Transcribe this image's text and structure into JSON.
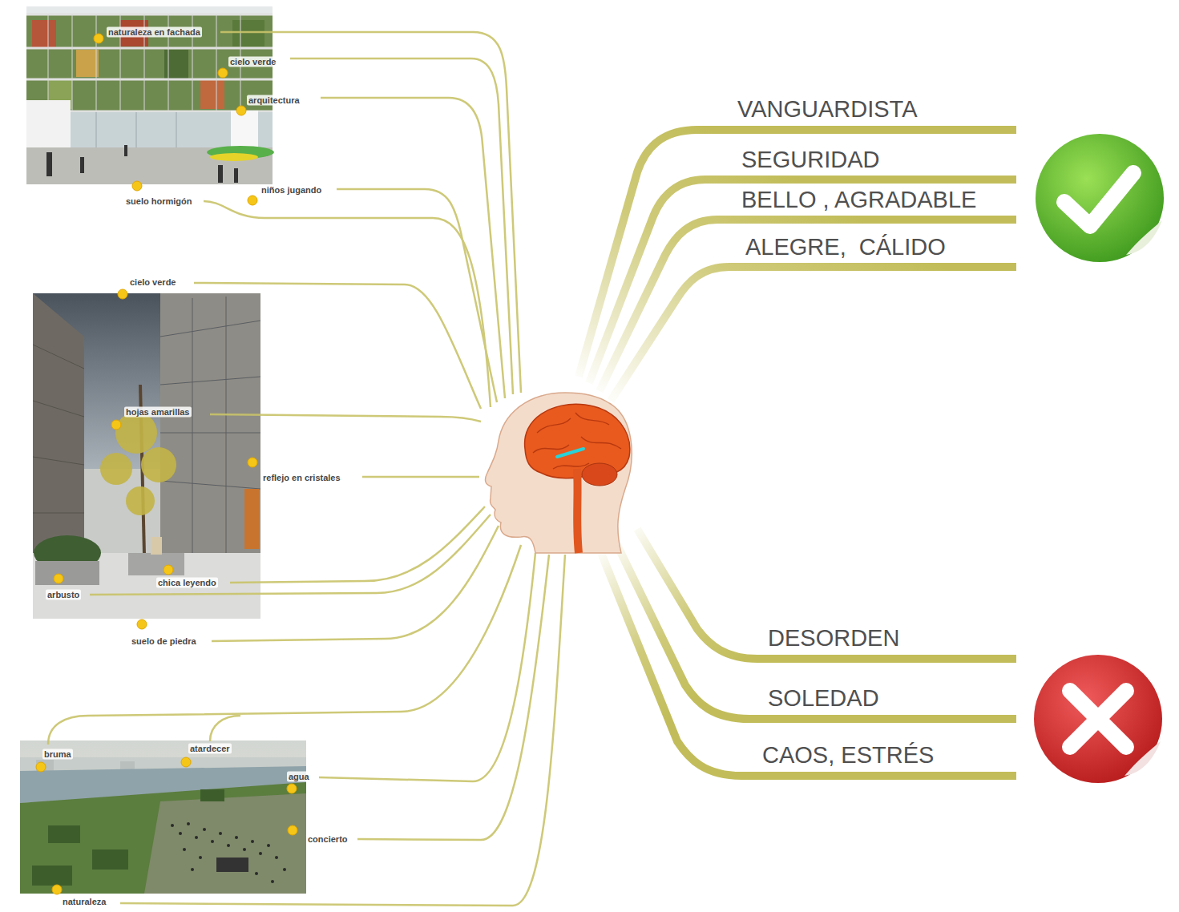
{
  "diagram": {
    "labels": [
      "naturaleza en fachada",
      "cielo verde",
      "arquitectura",
      "niños jugando",
      "suelo hormigón",
      "cielo verde",
      "hojas amarillas",
      "reflejo en cristales",
      "arbusto",
      "chica leyendo",
      "suelo de piedra",
      "bruma",
      "atardecer",
      "agua",
      "concierto",
      "naturaleza",
      "VANGUARDISTA",
      "SEGURIDAD",
      "BELLO , AGRADABLE",
      "ALEGRE,  CÁLIDO",
      "DESORDEN",
      "SOLEDAD",
      "CAOS, ESTRÉS"
    ]
  }
}
